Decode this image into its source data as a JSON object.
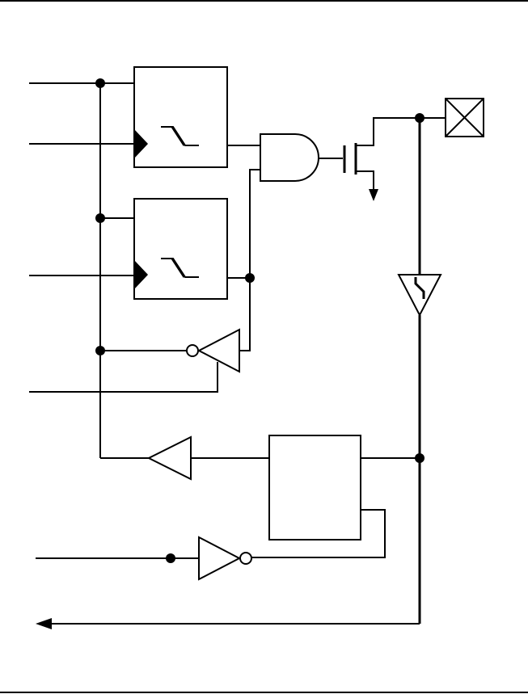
{
  "diagram": {
    "description_free": true,
    "colors": {
      "line": "#000000",
      "background": "#ffffff"
    },
    "components": {
      "flip_flops": 2,
      "and_gates": 1,
      "nmos_transistors": 1,
      "pad": "pad-cell-icon",
      "schmitt_input_buffer": 1,
      "tristate_inverting_buffer": 1,
      "buffer": 1,
      "logic_block": 1,
      "inverter": 1,
      "junction_dots": 7
    }
  }
}
